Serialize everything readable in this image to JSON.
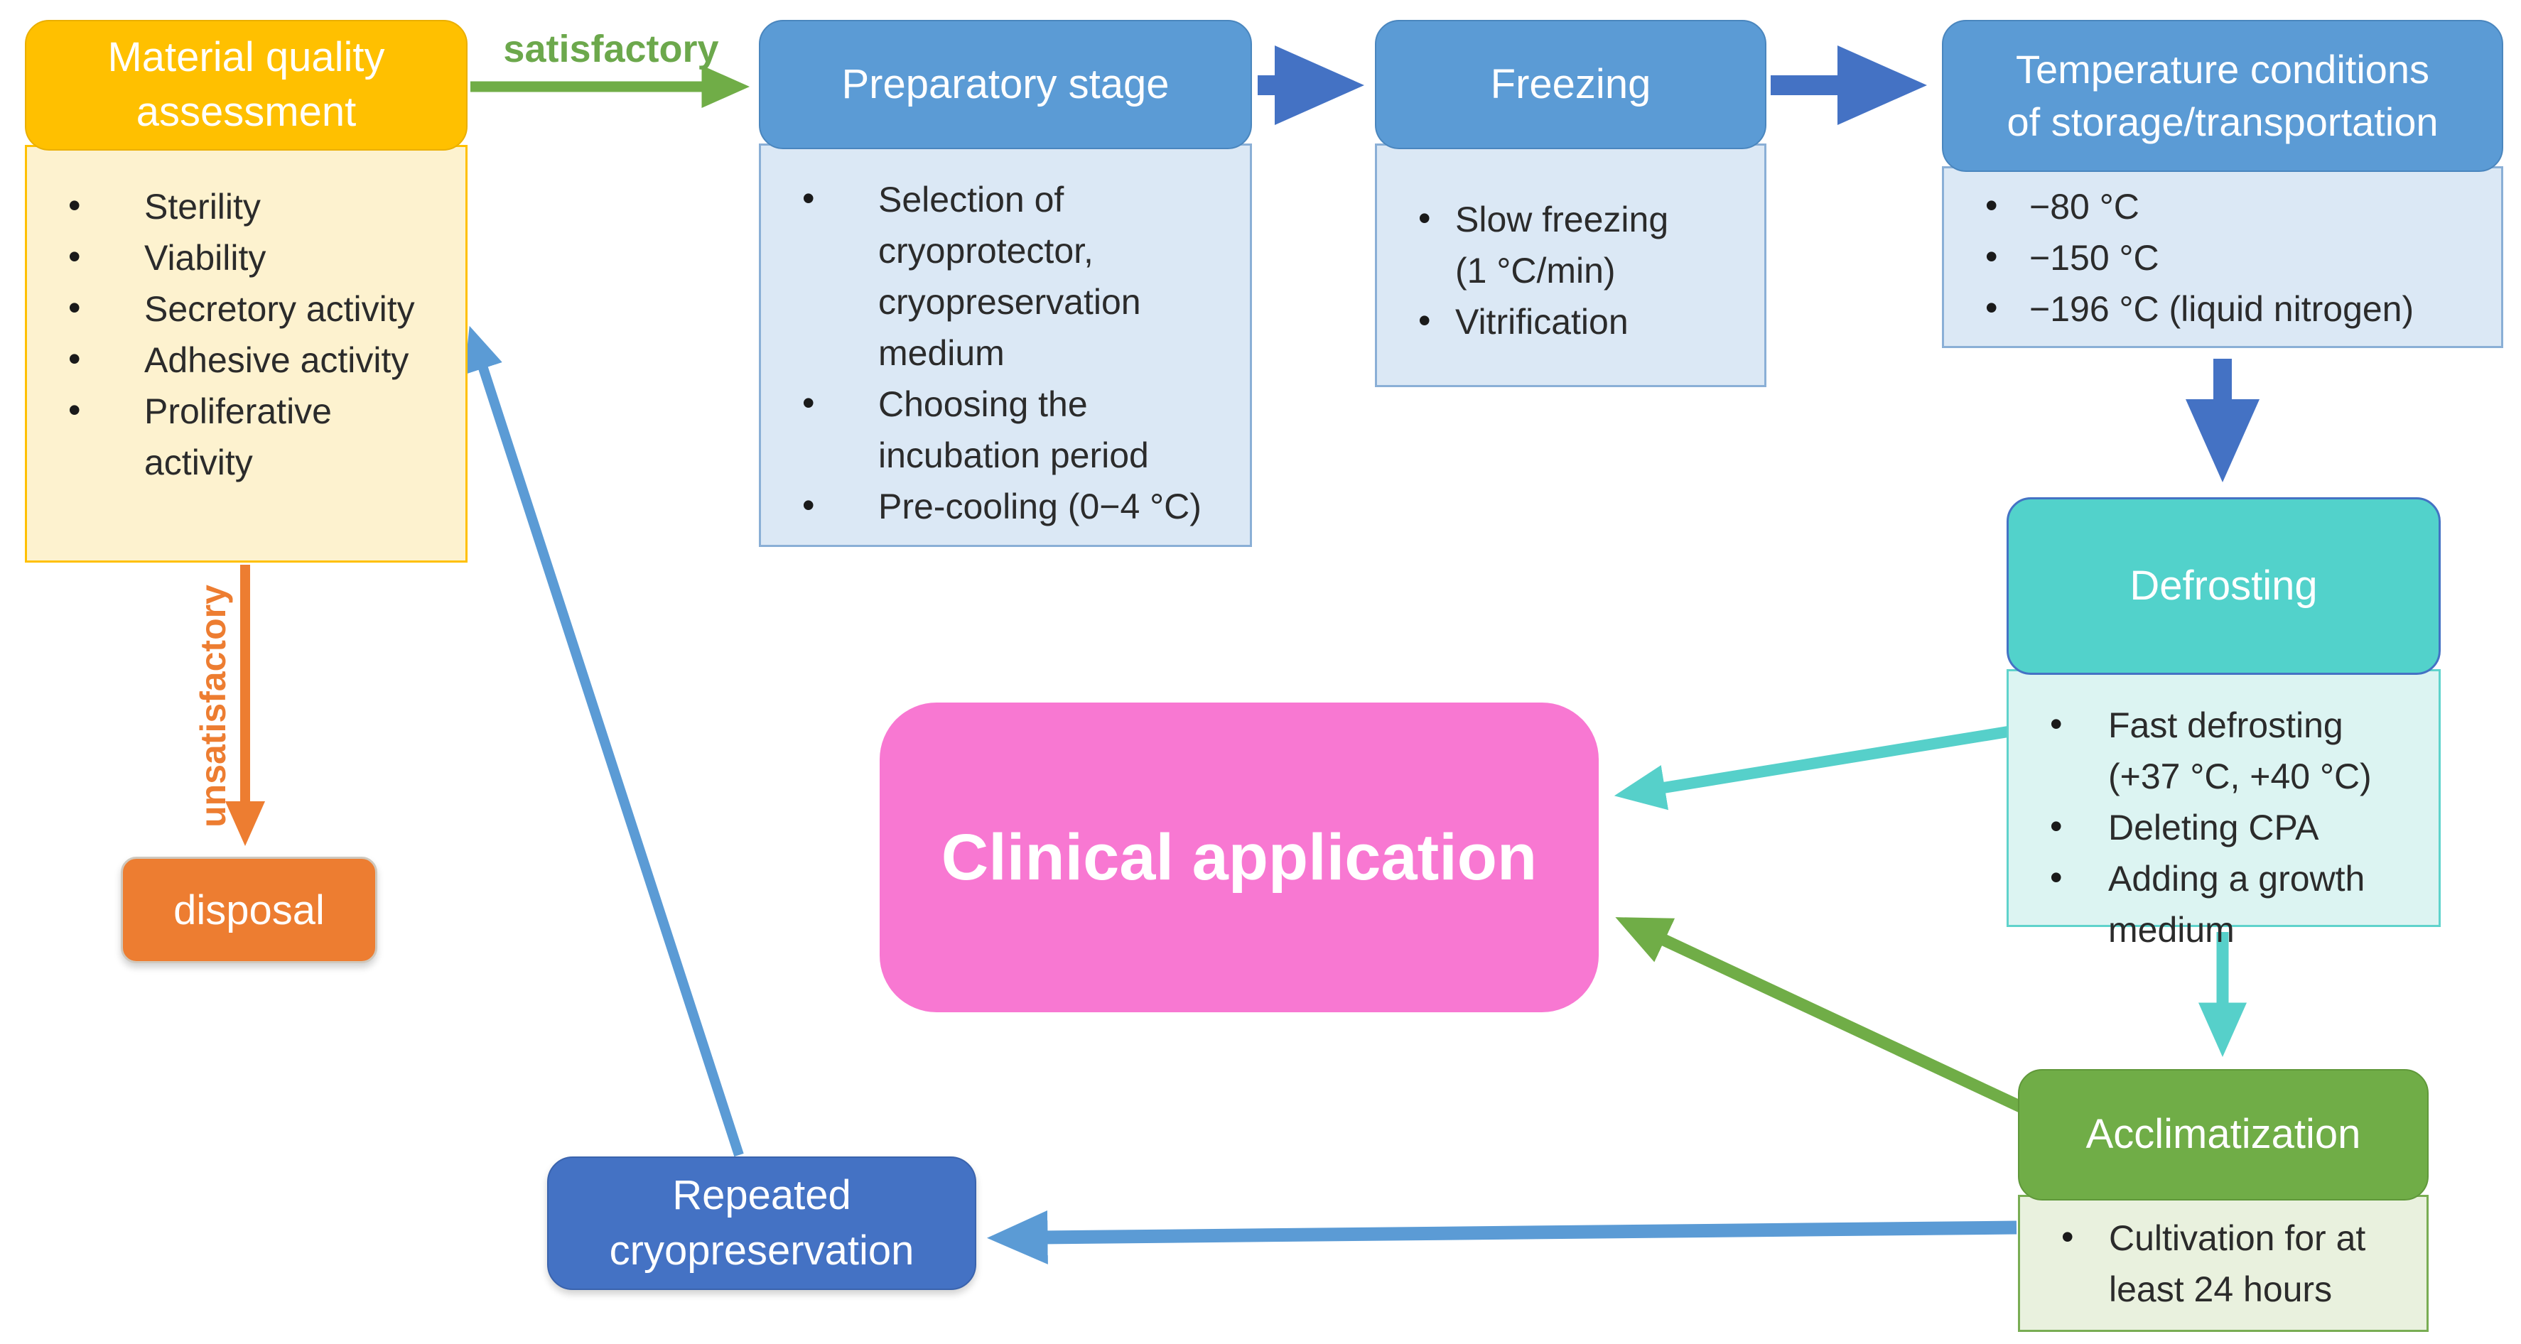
{
  "diagram_title": "Cryopreservation workflow",
  "colors": {
    "material_header": "#ffc000",
    "material_body": "#fdf2cf",
    "stage_header_blue": "#5b9bd5",
    "stage_body_blue": "#dbe8f5",
    "defrosting_header_teal": "#52d2cb",
    "defrosting_body_teal": "#dcf4f2",
    "acclimatization_header_green": "#70ad47",
    "acclimatization_body_green": "#e9f1de",
    "clinical_pink": "#f878d2",
    "repeated_blue": "#4472c4",
    "disposal_orange": "#ed7d31",
    "arrow_dark_blue": "#4472c4",
    "arrow_light_blue": "#5b9bd5",
    "arrow_teal": "#56d0ca",
    "arrow_green": "#70ad47",
    "arrow_orange": "#ed7d31"
  },
  "labels": {
    "satisfactory": "satisfactory",
    "unsatisfactory": "unsatisfactory"
  },
  "boxes": {
    "material": {
      "title": "Material quality\nassessment",
      "bullets": [
        "Sterility",
        "Viability",
        "Secretory activity",
        "Adhesive activity",
        "Proliferative\nactivity"
      ]
    },
    "preparatory": {
      "title": "Preparatory stage",
      "bullets": [
        "Selection of\ncryoprotector,\ncryopreservation\nmedium",
        "Choosing the\nincubation period",
        "Pre-cooling (0−4 °C)"
      ]
    },
    "freezing": {
      "title": "Freezing",
      "bullets": [
        "Slow freezing\n(1 °C/min)",
        "Vitrification"
      ]
    },
    "temperature": {
      "title": "Temperature conditions\nof storage/transportation",
      "bullets": [
        "−80 °C",
        "−150 °C",
        "−196 °C (liquid nitrogen)"
      ]
    },
    "defrosting": {
      "title": "Defrosting",
      "bullets": [
        "Fast defrosting\n(+37 °C, +40 °C)",
        "Deleting CPA",
        "Adding a growth\nmedium"
      ]
    },
    "acclimatization": {
      "title": "Acclimatization",
      "bullets": [
        "Cultivation for at\nleast 24 hours"
      ]
    },
    "clinical": {
      "title": "Clinical application"
    },
    "repeated": {
      "title": "Repeated\ncryopreservation"
    },
    "disposal": {
      "title": "disposal"
    }
  },
  "edges": [
    {
      "from": "material-quality-assessment",
      "to": "preparatory-stage",
      "label": "satisfactory",
      "color": "#70ad47"
    },
    {
      "from": "material-quality-assessment",
      "to": "disposal",
      "label": "unsatisfactory",
      "color": "#ed7d31"
    },
    {
      "from": "preparatory-stage",
      "to": "freezing",
      "label": "",
      "color": "#4472c4"
    },
    {
      "from": "freezing",
      "to": "temperature-conditions",
      "label": "",
      "color": "#4472c4"
    },
    {
      "from": "temperature-conditions",
      "to": "defrosting",
      "label": "",
      "color": "#4472c4"
    },
    {
      "from": "defrosting",
      "to": "clinical-application",
      "label": "",
      "color": "#56d0ca"
    },
    {
      "from": "defrosting",
      "to": "acclimatization",
      "label": "",
      "color": "#56d0ca"
    },
    {
      "from": "acclimatization",
      "to": "clinical-application",
      "label": "",
      "color": "#70ad47"
    },
    {
      "from": "acclimatization",
      "to": "repeated-cryopreservation",
      "label": "",
      "color": "#5b9bd5"
    },
    {
      "from": "repeated-cryopreservation",
      "to": "material-quality-assessment",
      "label": "",
      "color": "#5b9bd5"
    }
  ]
}
